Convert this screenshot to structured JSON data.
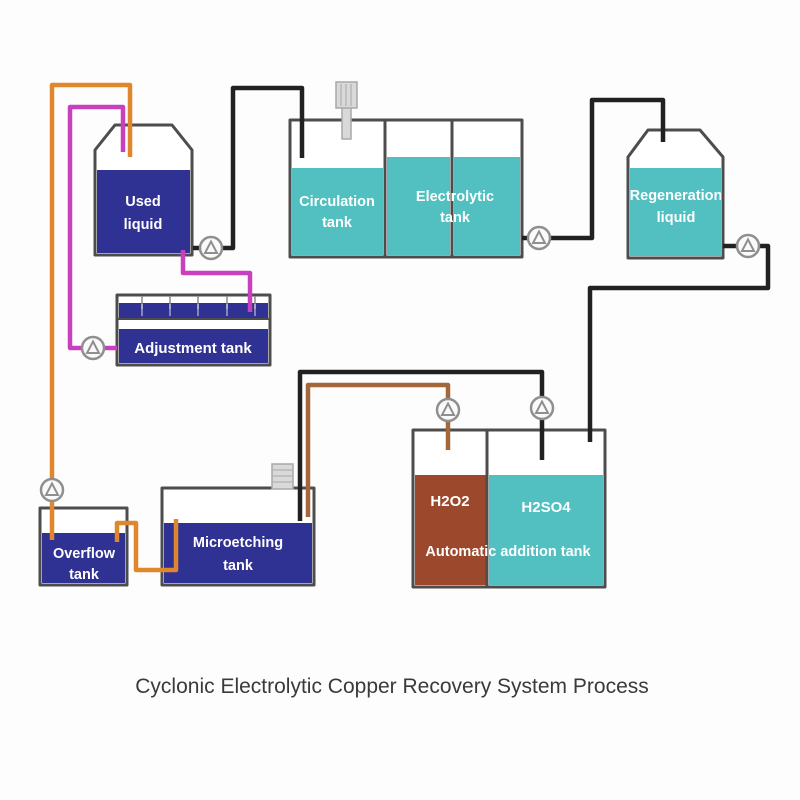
{
  "title": "Cyclonic Electrolytic Copper Recovery System Process",
  "colors": {
    "dark_blue": "#2f3193",
    "teal": "#52bfc1",
    "brown_liquid": "#9c482c",
    "pipe_black": "#212121",
    "pipe_orange": "#e0862c",
    "pipe_magenta": "#c840bd",
    "pipe_brown": "#a3673a",
    "outline": "#4d4d4d",
    "pump": "#8f8f8f",
    "title": "#3a3a3a"
  },
  "tanks": {
    "used_liquid": {
      "lines": [
        "Used",
        "liquid"
      ]
    },
    "circulation": {
      "lines": [
        "Circulation",
        "tank"
      ]
    },
    "electrolytic": {
      "lines": [
        "Electrolytic",
        "tank"
      ]
    },
    "regeneration": {
      "lines": [
        "Regeneration",
        "liquid"
      ]
    },
    "adjustment": {
      "label": "Adjustment tank"
    },
    "overflow": {
      "lines": [
        "Overflow",
        "tank"
      ]
    },
    "microetching": {
      "lines": [
        "Microetching",
        "tank"
      ]
    },
    "auto_addition": {
      "left_label": "H2O2",
      "right_label": "H2SO4",
      "label": "Automatic addition tank"
    }
  }
}
